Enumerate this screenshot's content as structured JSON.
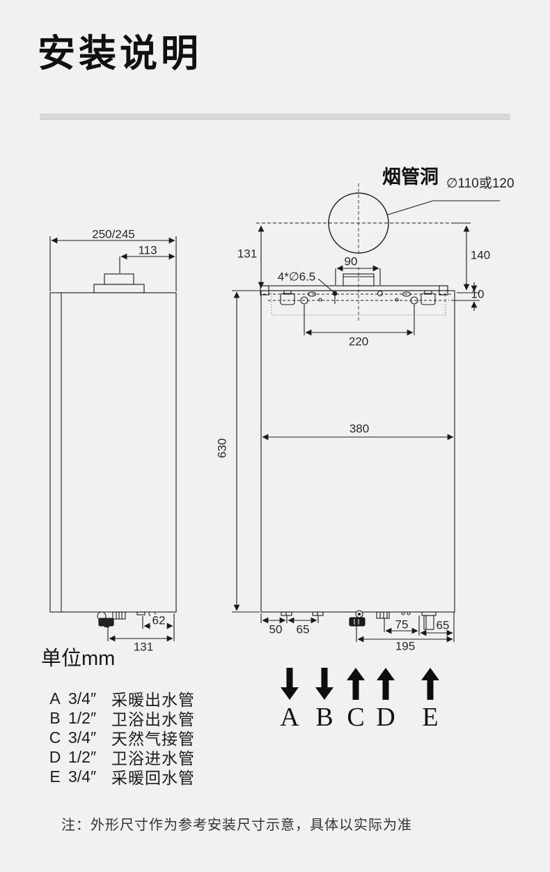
{
  "page": {
    "title": "安装说明",
    "unit_label": "单位mm",
    "note": "注：外形尺寸作为参考安装尺寸示意，具体以实际为准"
  },
  "flue_callout": {
    "label": "烟管洞",
    "diameter": "∅110或120"
  },
  "side_view": {
    "width_top": "250/245",
    "flue_offset": "113",
    "pipe_offset": "62",
    "pipe_span": "131"
  },
  "front_view": {
    "flue_to_top": "131",
    "flue_to_bracket": "140",
    "top_gap": "10",
    "bracket_tab_width": "90",
    "mount_holes": "4*∅6.5",
    "hole_spacing": "220",
    "body_width": "380",
    "body_height": "630",
    "pipe_a_offset": "50",
    "pipe_b_offset": "65",
    "pipe_d_span": "75",
    "pipe_e_span": "65",
    "pipe_group_span": "195"
  },
  "connections": {
    "arrows": [
      {
        "letter": "A",
        "direction": "down"
      },
      {
        "letter": "B",
        "direction": "down"
      },
      {
        "letter": "C",
        "direction": "up"
      },
      {
        "letter": "D",
        "direction": "up"
      },
      {
        "letter": "E",
        "direction": "up"
      }
    ],
    "legend": [
      {
        "letter": "A",
        "size": "3/4″",
        "name": "采暖出水管"
      },
      {
        "letter": "B",
        "size": "1/2″",
        "name": "卫浴出水管"
      },
      {
        "letter": "C",
        "size": "3/4″",
        "name": "天然气接管"
      },
      {
        "letter": "D",
        "size": "1/2″",
        "name": "卫浴进水管"
      },
      {
        "letter": "E",
        "size": "3/4″",
        "name": "采暖回水管"
      }
    ]
  },
  "colors": {
    "background": "#f0f1f1",
    "line": "#1a1a1a",
    "divider": "#d9dada"
  }
}
